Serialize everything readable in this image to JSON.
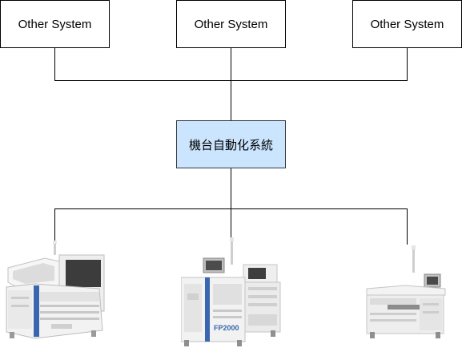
{
  "diagram": {
    "systems": [
      {
        "label": "Other System"
      },
      {
        "label": "Other System"
      },
      {
        "label": "Other System"
      }
    ],
    "center": {
      "label": "機台自動化系統",
      "fill": "#cce5ff",
      "stroke": "#36393d"
    },
    "machines": [
      {
        "name": "machine-1",
        "model_text": ""
      },
      {
        "name": "machine-2",
        "model_text": "FP2000"
      },
      {
        "name": "machine-3",
        "model_text": ""
      }
    ],
    "colors": {
      "line": "#000000",
      "machine_body": "#f2f2f2",
      "accent_blue": "#3a66b0"
    }
  }
}
